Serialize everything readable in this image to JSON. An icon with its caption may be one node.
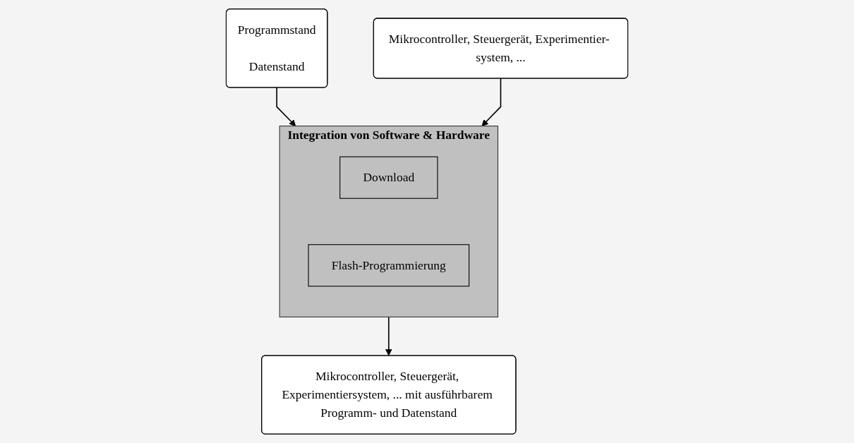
{
  "diagram": {
    "nodes": [
      {
        "text": [
          "Programmstand",
          "Datenstand"
        ]
      },
      {
        "text": [
          "Mikrocontroller, Steuergerät, Experimentier- system, ..."
        ]
      },
      {
        "text": [
          "Integration von Software & Hardware"
        ]
      },
      {
        "text": [
          "Download"
        ],
        "in": 2
      },
      {
        "text": [
          "Flash-Programmierung"
        ],
        "in": 2
      },
      {
        "text": [
          "Mikrocontroller, Steuergerät, Experimentiersystem, ... mit ausführbarem Programm- und Datenstand"
        ]
      }
    ],
    "edges": [
      {
        "from": 0,
        "to": 2,
        "arrow": "to"
      },
      {
        "from": 1,
        "to": 2,
        "arrow": "to"
      },
      {
        "from": 2,
        "to": 5,
        "arrow": "to"
      }
    ]
  }
}
